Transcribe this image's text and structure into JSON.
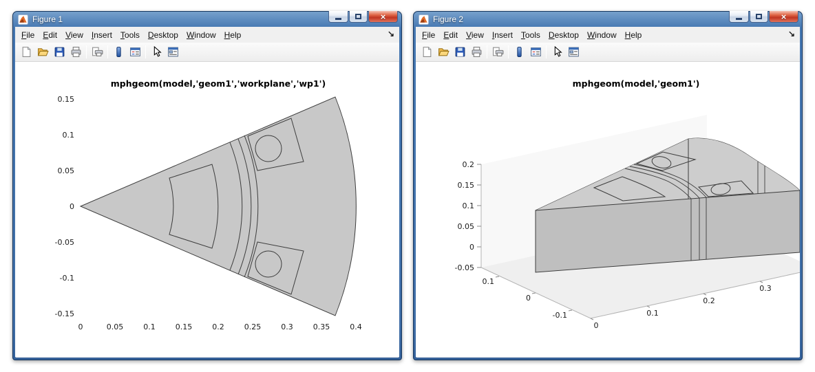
{
  "chrome": {
    "menu": [
      "File",
      "Edit",
      "View",
      "Insert",
      "Tools",
      "Desktop",
      "Window",
      "Help"
    ],
    "close_glyph": "×",
    "dock_arrow_glyph": "↘",
    "toolbar_icons": [
      "new-file",
      "open-file",
      "save",
      "print",
      "print-preview",
      "insert-colorbar",
      "insert-legend",
      "edit-plot",
      "plot-browser"
    ],
    "accent_blue": "#3e6da6",
    "geometry_gray": "#c8c8c8"
  },
  "window1": {
    "title": "Figure 1",
    "plot": {
      "title": "mphgeom(model,'geom1','workplane','wp1')",
      "type": "2D geometry plot (motor sector cross-section)",
      "x_ticks": [
        "0",
        "0.05",
        "0.1",
        "0.15",
        "0.2",
        "0.25",
        "0.3",
        "0.35",
        "0.4"
      ],
      "y_ticks": [
        "0.15",
        "0.1",
        "0.05",
        "0",
        "-0.05",
        "-0.1",
        "-0.15"
      ]
    }
  },
  "window2": {
    "title": "Figure 2",
    "plot": {
      "title": "mphgeom(model,'geom1')",
      "type": "3D geometry plot (extruded motor sector)",
      "z_ticks": [
        "0.2",
        "0.15",
        "0.1",
        "0.05",
        "0",
        "-0.05"
      ],
      "x_ticks": [
        "0",
        "0.1",
        "0.2",
        "0.3"
      ],
      "y_ticks": [
        "0.1",
        "0",
        "-0.1"
      ]
    }
  }
}
